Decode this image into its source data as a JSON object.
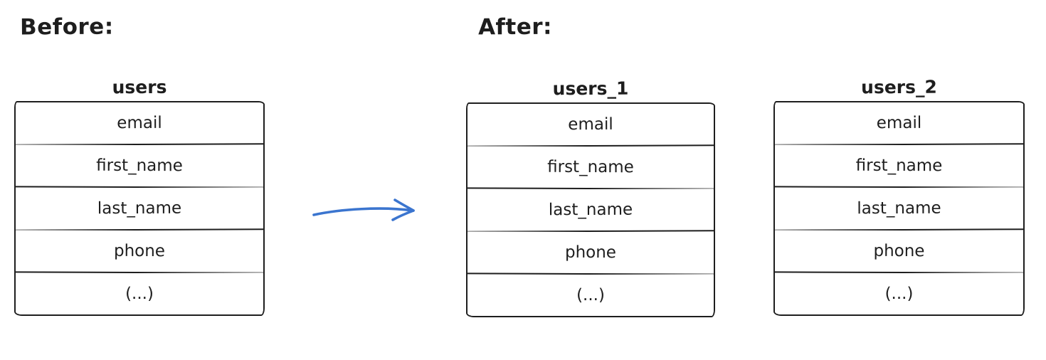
{
  "labels": {
    "before": "Before:",
    "after": "After:"
  },
  "tables": [
    {
      "title": "users",
      "rows": [
        "email",
        "first_name",
        "last_name",
        "phone",
        "(...)"
      ]
    },
    {
      "title": "users_1",
      "rows": [
        "email",
        "first_name",
        "last_name",
        "phone",
        "(...)"
      ]
    },
    {
      "title": "users_2",
      "rows": [
        "email",
        "first_name",
        "last_name",
        "phone",
        "(...)"
      ]
    }
  ],
  "arrow": {
    "meaning": "transformation from before-state to after-state",
    "direction": "right",
    "color": "#3b75cf"
  },
  "colors": {
    "stroke": "#1e1e1e",
    "background": "#ffffff",
    "arrow": "#3b75cf"
  }
}
